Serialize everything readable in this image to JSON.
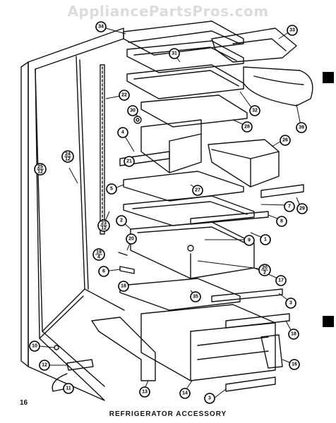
{
  "header": {
    "watermark": "AppliancePartsPros.com"
  },
  "footer": {
    "page_number": "16",
    "caption": "REFRIGERATOR ACCESSORY"
  },
  "callouts": [
    {
      "id": "c34",
      "label": "34"
    },
    {
      "id": "c33",
      "label": "33"
    },
    {
      "id": "c31",
      "label": "31"
    },
    {
      "id": "c22",
      "label": "22"
    },
    {
      "id": "c30",
      "label": "30"
    },
    {
      "id": "c32",
      "label": "32"
    },
    {
      "id": "c39",
      "label": "39"
    },
    {
      "id": "c28",
      "label": "28"
    },
    {
      "id": "c4",
      "label": "4"
    },
    {
      "id": "c26",
      "label": "26"
    },
    {
      "id": "c24",
      "label": "24",
      "sub": "12"
    },
    {
      "id": "c25",
      "label": "25",
      "sub": "12"
    },
    {
      "id": "c21",
      "label": "21"
    },
    {
      "id": "c27",
      "label": "27"
    },
    {
      "id": "c5",
      "label": "5"
    },
    {
      "id": "c7",
      "label": "7"
    },
    {
      "id": "c29",
      "label": "29"
    },
    {
      "id": "c23",
      "label": "23",
      "sub": "12"
    },
    {
      "id": "c8",
      "label": "8"
    },
    {
      "id": "c2",
      "label": "2"
    },
    {
      "id": "c1",
      "label": "1"
    },
    {
      "id": "c20a",
      "label": "20"
    },
    {
      "id": "c9",
      "label": "9"
    },
    {
      "id": "c19",
      "label": "19",
      "sub": "4"
    },
    {
      "id": "c20b",
      "label": "20",
      "sub": "2"
    },
    {
      "id": "c6",
      "label": "6"
    },
    {
      "id": "c17",
      "label": "17"
    },
    {
      "id": "c18a",
      "label": "18"
    },
    {
      "id": "c35",
      "label": "35"
    },
    {
      "id": "c3a",
      "label": "3"
    },
    {
      "id": "c18b",
      "label": "18"
    },
    {
      "id": "c10",
      "label": "10"
    },
    {
      "id": "c16",
      "label": "16"
    },
    {
      "id": "c12",
      "label": "12"
    },
    {
      "id": "c11",
      "label": "11"
    },
    {
      "id": "c13",
      "label": "13"
    },
    {
      "id": "c14",
      "label": "14"
    },
    {
      "id": "c3b",
      "label": "3"
    }
  ]
}
